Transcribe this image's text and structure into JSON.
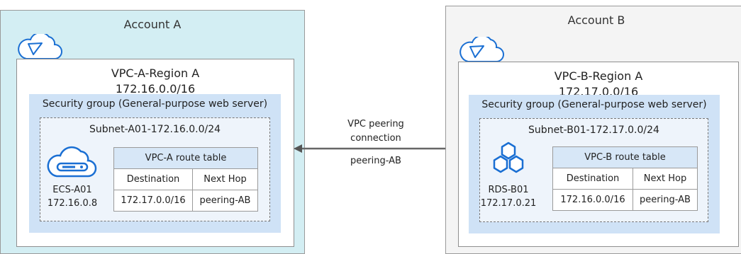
{
  "account_a": {
    "title": "Account A",
    "vpc": {
      "name": "VPC-A-Region A",
      "cidr": "172.16.0.0/16",
      "security_group": "Security group (General-purpose web server)",
      "subnet": "Subnet-A01-172.16.0.0/24",
      "resource": {
        "name": "ECS-A01",
        "ip": "172.16.0.8",
        "icon": "ecs-icon"
      },
      "route_table": {
        "title": "VPC-A route table",
        "headers": [
          "Destination",
          "Next Hop"
        ],
        "rows": [
          [
            "172.17.0.0/16",
            "peering-AB"
          ]
        ]
      }
    }
  },
  "account_b": {
    "title": "Account B",
    "vpc": {
      "name": "VPC-B-Region A",
      "cidr": "172.17.0.0/16",
      "security_group": "Security group (General-purpose web server)",
      "subnet": "Subnet-B01-172.17.0.0/24",
      "resource": {
        "name": "RDS-B01",
        "ip": "172.17.0.21",
        "icon": "rds-icon"
      },
      "route_table": {
        "title": "VPC-B route table",
        "headers": [
          "Destination",
          "Next Hop"
        ],
        "rows": [
          [
            "172.16.0.0/16",
            "peering-AB"
          ]
        ]
      }
    }
  },
  "peering": {
    "line1": "VPC peering",
    "line2": "connection",
    "name": "peering-AB"
  },
  "colors": {
    "account_a_bg": "#d3eef3",
    "account_b_bg": "#f4f4f4",
    "security_group_bg": "#cfe2f6",
    "accent_blue": "#1a6fd3"
  }
}
